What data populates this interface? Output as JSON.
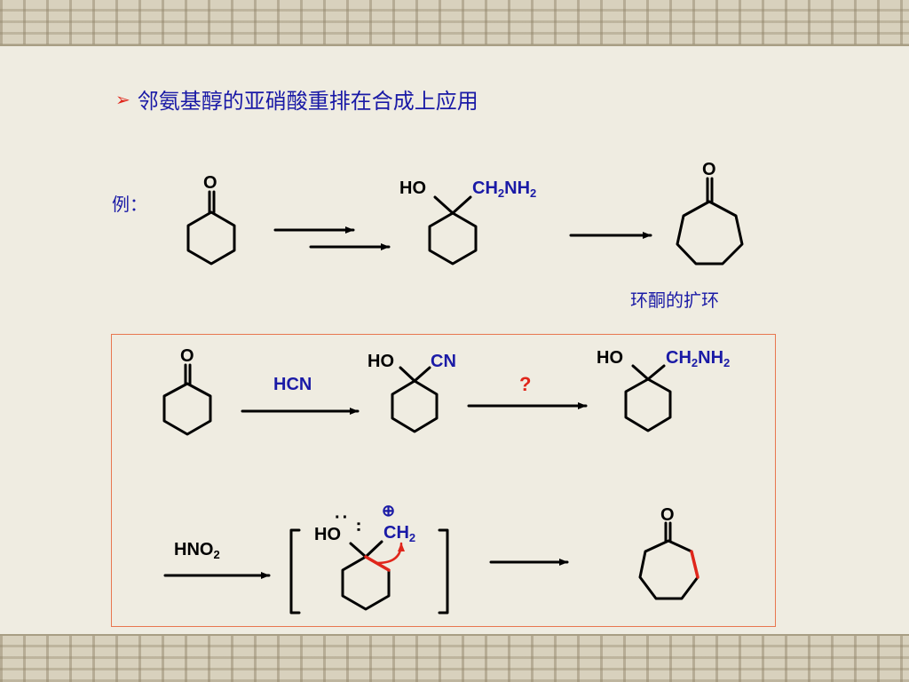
{
  "slide": {
    "title": "邻氨基醇的亚硝酸重排在合成上应用",
    "example_label": "例：",
    "ring_expansion_note": "环酮的扩环",
    "question_mark": "?"
  },
  "labels": {
    "O": "O",
    "HO": "HO",
    "CH": "CH",
    "NH": "NH",
    "CN": "CN",
    "HCN": "HCN",
    "HNO": "HNO",
    "sub_2": "2",
    "charge": "⊕",
    "lone_pair": "··"
  },
  "colors": {
    "heading_blue": "#1a1aa6",
    "accent_red": "#e0261b",
    "frame_orange": "#e8774f",
    "bond_black": "#000000"
  },
  "icons": {
    "title_bullet": "arrow-bullet-icon",
    "reaction_arrows": "right-arrow-icon",
    "curved_arrow": "curved-arrow-icon"
  }
}
